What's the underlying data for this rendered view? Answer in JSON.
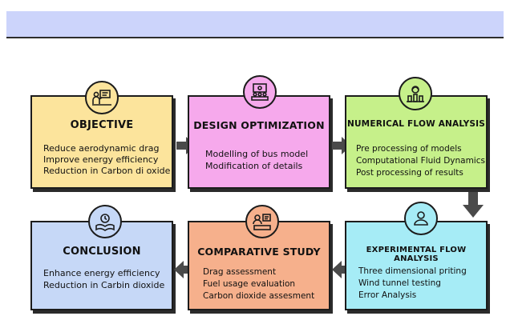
{
  "colors": {
    "banner": "#ccd4fb",
    "objective": "#fce49c",
    "design": "#f6a9ec",
    "numerical": "#c6f08a",
    "conclusion": "#c6d8f7",
    "comparative": "#f6b08c",
    "experimental": "#a6ecf6",
    "arrow": "#4a4a4a"
  },
  "steps": {
    "objective": {
      "title": "OBJECTIVE",
      "icon": "presenter-icon",
      "lines": [
        "Reduce aerodynamic drag",
        "Improve energy efficiency",
        "Reduction in Carbon di oxide"
      ]
    },
    "design": {
      "title": "DESIGN OPTIMIZATION",
      "icon": "meeting-icon",
      "lines": [
        "Modelling of bus model",
        "Modification of details"
      ]
    },
    "numerical": {
      "title": "NUMERICAL FLOW ANALYSIS",
      "icon": "lab-icon",
      "lines": [
        "Pre processing of models",
        "Computational Fluid Dynamics",
        "Post processing of results"
      ]
    },
    "experimental": {
      "title": "EXPERIMENTAL FLOW ANALYSIS",
      "icon": "person-icon",
      "lines": [
        "Three dimensional priting",
        "Wind tunnel testing",
        "Error Analysis"
      ]
    },
    "comparative": {
      "title": "COMPARATIVE STUDY",
      "icon": "assessment-icon",
      "lines": [
        "Drag assessment",
        "Fuel usage evaluation",
        "Carbon dioxide assesment"
      ]
    },
    "conclusion": {
      "title": "CONCLUSION",
      "icon": "book-clock-icon",
      "lines": [
        "Enhance energy efficiency",
        "Reduction in Carbin dioxide"
      ]
    }
  }
}
